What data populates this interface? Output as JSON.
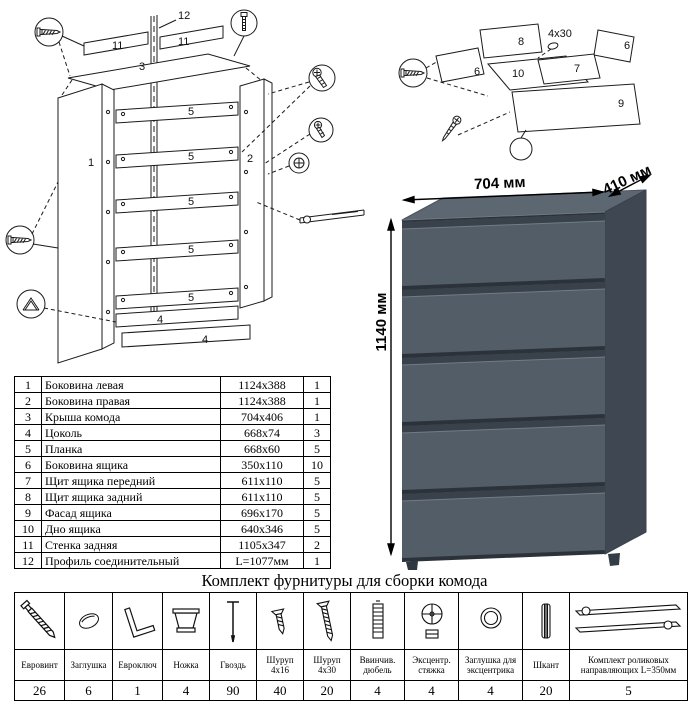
{
  "title": "Комплект фурнитуры для сборки комода",
  "dresser": {
    "width_label": "704 мм",
    "depth_label": "410 мм",
    "height_label": "1140 мм"
  },
  "diagram_left_labels": {
    "p1": "1",
    "p2": "2",
    "p3": "3",
    "p4": "4",
    "p5": "5",
    "p11": "11",
    "p12": "12"
  },
  "diagram_right_labels": {
    "p6": "6",
    "p7": "7",
    "p8": "8",
    "p9": "9",
    "p10": "10",
    "screw_size": "4x30"
  },
  "parts_table": {
    "rows": [
      {
        "num": "1",
        "name": "Боковина левая",
        "size": "1124x388",
        "qty": "1"
      },
      {
        "num": "2",
        "name": "Боковина правая",
        "size": "1124x388",
        "qty": "1"
      },
      {
        "num": "3",
        "name": "Крыша комода",
        "size": "704x406",
        "qty": "1"
      },
      {
        "num": "4",
        "name": "Цоколь",
        "size": "668x74",
        "qty": "3"
      },
      {
        "num": "5",
        "name": "Планка",
        "size": "668x60",
        "qty": "5"
      },
      {
        "num": "6",
        "name": "Боковина ящика",
        "size": "350x110",
        "qty": "10"
      },
      {
        "num": "7",
        "name": "Щит ящика передний",
        "size": "611x110",
        "qty": "5"
      },
      {
        "num": "8",
        "name": "Щит ящика задний",
        "size": "611x110",
        "qty": "5"
      },
      {
        "num": "9",
        "name": "Фасад ящика",
        "size": "696x170",
        "qty": "5"
      },
      {
        "num": "10",
        "name": "Дно ящика",
        "size": "640x346",
        "qty": "5"
      },
      {
        "num": "11",
        "name": "Стенка задняя",
        "size": "1105x347",
        "qty": "2"
      },
      {
        "num": "12",
        "name": "Профиль соединительный",
        "size": "L=1077мм",
        "qty": "1"
      }
    ]
  },
  "hardware_table": {
    "items": [
      {
        "label": "Евровинт",
        "qty": "26"
      },
      {
        "label": "Заглушка",
        "qty": "6"
      },
      {
        "label": "Евроключ",
        "qty": "1"
      },
      {
        "label": "Ножка",
        "qty": "4"
      },
      {
        "label": "Гвоздь",
        "qty": "90"
      },
      {
        "label": "Шуруп 4x16",
        "qty": "40"
      },
      {
        "label": "Шуруп 4x30",
        "qty": "20"
      },
      {
        "label": "Ввинчив. дюбель",
        "qty": "4"
      },
      {
        "label": "Эксцентр. стяжка",
        "qty": "4"
      },
      {
        "label": "Заглушка для эксцентрика",
        "qty": "4"
      },
      {
        "label": "Шкант",
        "qty": "20"
      },
      {
        "label": "Комплект роликовых направляющих L=350мм",
        "qty": "5"
      }
    ]
  }
}
